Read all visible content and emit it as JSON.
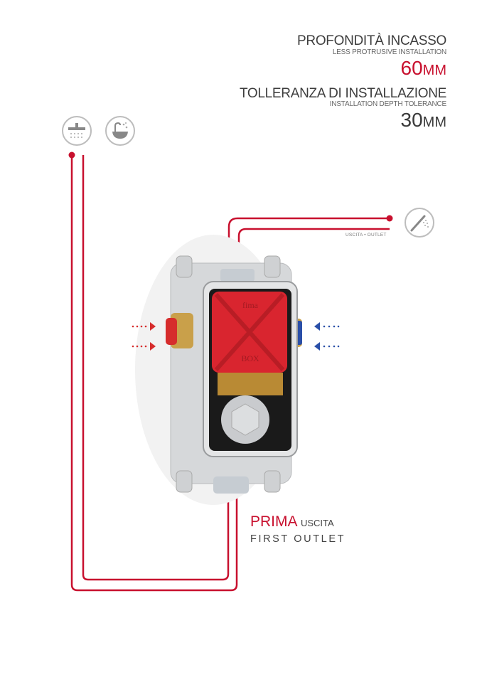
{
  "specs": [
    {
      "title": "PROFONDITÀ INCASSO",
      "subtitle": "LESS PROTRUSIVE INSTALLATION",
      "value": "60",
      "unit": "MM"
    },
    {
      "title": "TOLLERANZA DI INSTALLAZIONE",
      "subtitle": "INSTALLATION DEPTH TOLERANCE",
      "value": "30",
      "unit": "MM"
    }
  ],
  "icons": [
    "shower-head-icon",
    "bathtub-icon",
    "hand-shower-icon"
  ],
  "outlet_label": "USCITA • OUTLET",
  "product": {
    "logo": "fima",
    "box_text": "BOX"
  },
  "first_outlet": {
    "prima": "PRIMA",
    "uscita": "USCITA",
    "english": "FIRST OUTLET"
  },
  "colors": {
    "accent_red": "#c8102e",
    "cold_blue": "#2a4fa8",
    "text_gray": "#3d3d3d"
  }
}
